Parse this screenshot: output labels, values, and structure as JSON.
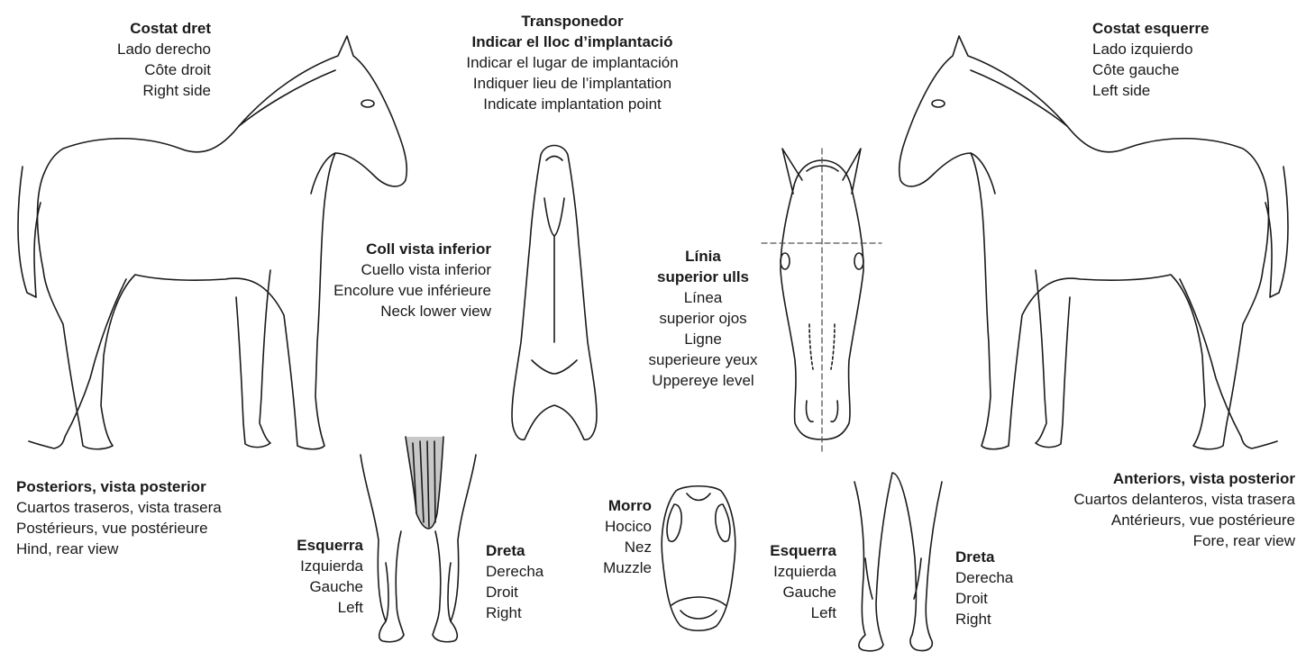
{
  "labels": {
    "right_side": [
      "Costat dret",
      "Lado derecho",
      "Côte droit",
      "Right side"
    ],
    "transponder": [
      "Transponedor",
      "Indicar el lloc d’implantació",
      "Indicar el lugar de implantación",
      "Indiquer lieu de l’implantation",
      "Indicate implantation point"
    ],
    "left_side": [
      "Costat esquerre",
      "Lado izquierdo",
      "Côte gauche",
      "Left side"
    ],
    "neck": [
      "Coll vista inferior",
      "Cuello vista inferior",
      "Encolure vue inférieure",
      "Neck lower view"
    ],
    "eye_line": [
      "Línia",
      "superior ulls",
      "Línea",
      "superior ojos",
      "Ligne",
      "superieure yeux",
      "Uppereye level"
    ],
    "hind": [
      "Posteriors, vista posterior",
      "Cuartos traseros, vista trasera",
      "Postérieurs, vue postérieure",
      "Hind, rear view"
    ],
    "fore": [
      "Anteriors, vista posterior",
      "Cuartos delanteros, vista trasera",
      "Antérieurs, vue postérieure",
      "Fore, rear view"
    ],
    "hind_left": [
      "Esquerra",
      "Izquierda",
      "Gauche",
      "Left"
    ],
    "hind_right": [
      "Dreta",
      "Derecha",
      "Droit",
      "Right"
    ],
    "muzzle": [
      "Morro",
      "Hocico",
      "Nez",
      "Muzzle"
    ],
    "fore_left": [
      "Esquerra",
      "Izquierda",
      "Gauche",
      "Left"
    ],
    "fore_right": [
      "Dreta",
      "Derecha",
      "Droit",
      "Right"
    ]
  },
  "icons": [
    "horse-right-side-icon",
    "horse-left-side-icon",
    "neck-lower-view-icon",
    "head-front-view-icon",
    "muzzle-icon",
    "hind-legs-icon",
    "fore-legs-icon"
  ],
  "colors": {
    "line": "#1a1a1a",
    "shade": "#c8c8c8",
    "guide": "#555555"
  }
}
